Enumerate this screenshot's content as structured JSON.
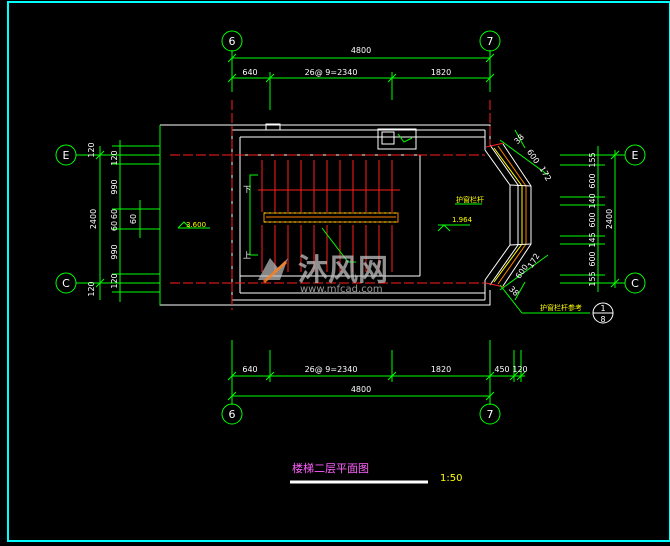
{
  "drawing": {
    "title": "楼梯二层平面图",
    "scale": "1:50",
    "colors": {
      "background": "#000000",
      "dimension": "#00ff00",
      "wall": "#ffffff",
      "axis": "#ff2020",
      "stair": "#ff2020",
      "annotation": "#ffff00",
      "frame": "#00ffff"
    },
    "axes": {
      "top_left": "6",
      "top_right": "7",
      "bottom_left": "6",
      "bottom_right": "7",
      "left_top": "E",
      "left_bottom": "C",
      "right_top": "E",
      "right_bottom": "C"
    },
    "dims_top": {
      "total": "4800",
      "seg1": "640",
      "seg2": "26@ 9=2340",
      "seg3": "1820"
    },
    "dims_bottom": {
      "total": "4800",
      "seg1": "640",
      "seg2": "26@ 9=2340",
      "seg3": "1820",
      "seg4": "450",
      "seg5": "120"
    },
    "dims_left": {
      "total": "2400",
      "a": "120",
      "b": "120",
      "c": "990",
      "d": "60",
      "e": "60",
      "f": "990",
      "g": "120",
      "h": "120",
      "i": "60"
    },
    "dims_right": {
      "total": "2400",
      "a": "155",
      "b": "600",
      "c": "140",
      "d": "600",
      "e": "145",
      "f": "600",
      "g": "155"
    },
    "bay_dims": {
      "a": "600",
      "b": "172",
      "c": "600",
      "d": "172",
      "e": "38",
      "f": "38"
    },
    "labels": {
      "up_mark": "上",
      "down_mark": "下",
      "level_left": "3.600",
      "level_right": "1.964",
      "railing_text": "护窗栏杆",
      "railing_note": "护窗栏杆参考",
      "detail_top": "1",
      "detail_bottom": "8"
    },
    "watermark": {
      "text": "沐风网",
      "url": "www.mfcad.com"
    }
  }
}
